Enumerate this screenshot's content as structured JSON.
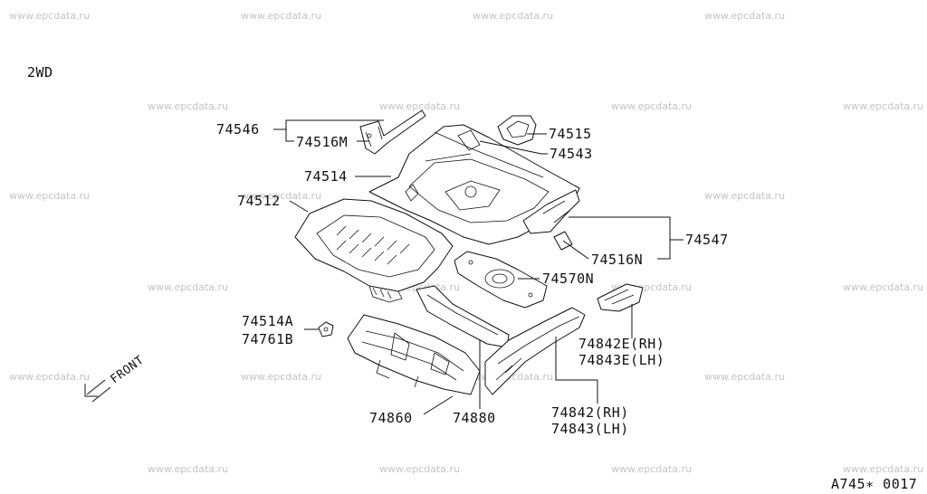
{
  "drawing": {
    "variant_label": "2WD",
    "drawing_code": "A745∗ 0017",
    "front_label": "FRONT"
  },
  "watermark": "www.epcdata.ru",
  "parts": {
    "p74546": "74546",
    "p74516M": "74516M",
    "p74514": "74514",
    "p74515": "74515",
    "p74543": "74543",
    "p74512": "74512",
    "p74547": "74547",
    "p74516N": "74516N",
    "p74570N": "74570N",
    "p74514A": "74514A",
    "p74761B": "74761B",
    "p74842E": "74842E(RH)",
    "p74843E": "74843E(LH)",
    "p74860": "74860",
    "p74880": "74880",
    "p74842": "74842(RH)",
    "p74843": "74843(LH)"
  }
}
